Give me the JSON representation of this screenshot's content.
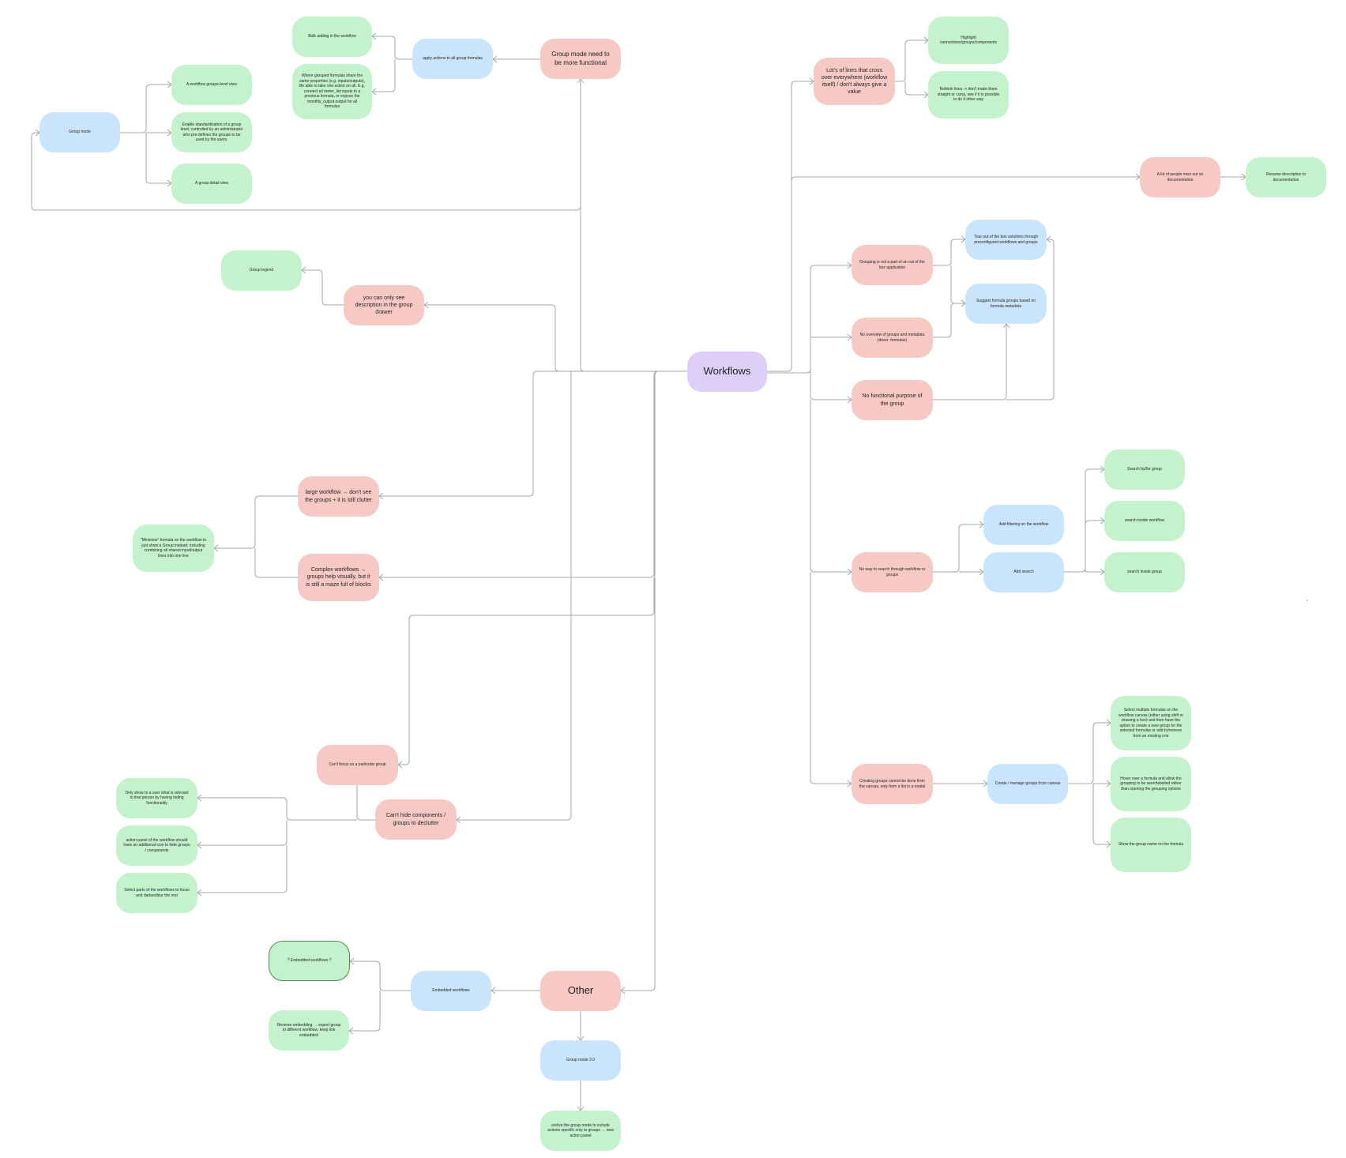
{
  "colors": {
    "green": "#c3f2cc",
    "blue": "#c9e4fb",
    "red": "#f6c9c5",
    "purple": "#decff9",
    "connector": "#a6a6a6"
  },
  "nodes": {
    "workflows": "Workflows",
    "other": "Other",
    "group_mode_functional": "Group mode need to be more functional",
    "apply_actions": "apply actions to all group formulas",
    "bulk_adding": "Bulk adding in the workflow",
    "grouped_formulas": "Where grouped formulas share the same properties (e.g. inputs/outputs), Be able to take one action on all. E.g. connect all meter_list inputs to a previous formula, or expose the monthly_output output for all formulas",
    "group_mode": "Group mode",
    "workflow_groups_level_view": "A workflow groups-level view",
    "standardisation": "Enable standardisation of a group level, controlled by an administrator who pre-defines the groups to be used by the users.",
    "group_detail_view": "A group detail view",
    "lines_cross": "Lot's of lines that cross over everywhere (workflow itself) / don't always give a value",
    "highlight_connections": "Highlight connections/groups/components",
    "rethink_lines": "Rethink lines -> don't make them straight or curvy, see if it is possible to do it other way",
    "people_miss_docs": "A lot of people miss out on documentation",
    "rename_description": "Rename description to documentation",
    "only_see_description": "you can only see description in the group drawer",
    "group_legend": "Group legend",
    "grouping_not_part": "Grouping is not a part of an out of the box application",
    "true_out_of_box": "True out of the box solutions through preconfigured workflows and groups",
    "no_overview": "No overview of groups and metadata (descr, formulas)",
    "suggest_groups": "Suggest formula groups based on formula metadata",
    "no_functional_purpose": "No functional purpose of the group",
    "large_workflow": "large workflow → don't see the groups + it is still clutter",
    "complex_workflows": "Complex workflows → groups help visually, but it is still a maze full of blocks",
    "minimise_formula": "\"Minimise\" formula on the workflow to just show a Group instead; including combining all shared input/output lines into one line",
    "no_way_to_search": "No way to search through workflow or groups",
    "add_filtering": "Add filtering on the workflow",
    "add_search": "Add search",
    "search_by_for_group": "Search by/for group",
    "search_inside_workflow": "search inside workflow",
    "search_inside_group": "search inside group",
    "cant_focus": "Can't focus on a particular group",
    "cant_hide": "Can't hide components / groups to declutter",
    "only_show_relevant": "Only show to a user what is relevant to that person by having hiding functionality",
    "action_panel": "action panel of the workflow should have an additional icon to hide groups / components",
    "select_parts": "Select parts of the workflows to focus and darken/blur the rest",
    "creating_groups_canvas": "Creating groups cannot be done from the canvas, only from a list in a modal",
    "create_manage_groups": "Create / manage groups from canvas",
    "select_multiple_formulas": "Select multiple formulas on the workflow canvas (either using shift or drawing a box) and then have the option to create a new group for the selected formulas or add to/remove from an existing one",
    "hover_over_formula": "Hover over a formula and allow the grouping to be seen/labelled rather than opening the grouping options",
    "show_group_name": "Show the group name on the formula",
    "embedded_workflows_q": "? Embedded workflows ?",
    "embedded_workflows": "Embedded workflows",
    "reverse_embedding": "Reverse embedding → export group to different workflow, keep link embedded",
    "group_mode_2": "Group mode 2.0",
    "evolve_group_mode": "evolve the group mode to include actions specific only to groups → new action panel"
  }
}
